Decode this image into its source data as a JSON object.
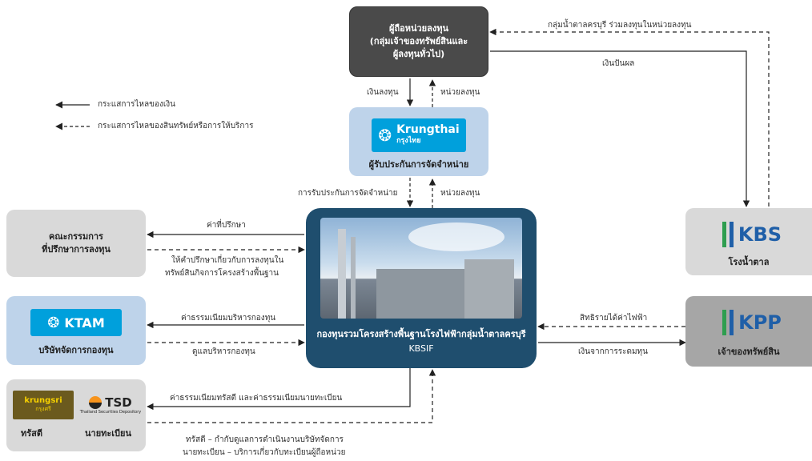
{
  "unitholders": {
    "line1": "ผู้ถือหน่วยลงทุน",
    "line2": "(กลุ่มเจ้าของทรัพย์สินและ",
    "line3": "ผู้ลงทุนทั่วไป)"
  },
  "legend": {
    "solid": "กระแสการไหลของเงิน",
    "dashed": "กระแสการไหลของสินทรัพย์หรือการให้บริการ"
  },
  "underwriter": {
    "logo_text": "Krungthai",
    "logo_sub": "กรุงไทย",
    "label": "ผู้รับประกันการจัดจำหน่าย"
  },
  "committee": {
    "line1": "คณะกรรมการ",
    "line2": "ที่ปรึกษาการลงทุน"
  },
  "manager": {
    "logo_text": "KTAM",
    "label": "บริษัทจัดการกองทุน"
  },
  "trustee": {
    "logo1_text": "krungsri",
    "logo1_sub": "กรุงศรี",
    "logo2_text": "TSD",
    "logo2_sub": "Thailand Securities Depository",
    "label_trustee": "ทรัสตี",
    "label_registrar": "นายทะเบียน"
  },
  "fund": {
    "line1": "กองทุนรวมโครงสร้างพื้นฐานโรงไฟฟ้ากลุ่มน้ำตาลครบุรี",
    "line2": "KBSIF"
  },
  "kbs": {
    "logo_text": "KBS",
    "label": "โรงน้ำตาล"
  },
  "kpp": {
    "logo_text": "KPP",
    "label": "เจ้าของทรัพย์สิน"
  },
  "flows": {
    "kbs_group_units": "กลุ่มน้ำตาลครบุรี ร่วมลงทุนในหน่วยลงทุน",
    "dividend": "เงินปันผล",
    "investment": "เงินลงทุน",
    "units_top": "หน่วยลงทุน",
    "underwriting": "การรับประกันการจัดจำหน่าย",
    "units_mid": "หน่วยลงทุน",
    "advisory_fee": "ค่าที่ปรึกษา",
    "advice_1": "ให้คำปรึกษาเกี่ยวกับการลงทุนใน",
    "advice_2": "ทรัพย์สินกิจการโครงสร้างพื้นฐาน",
    "mgmt_fee": "ค่าธรรมเนียมบริหารกองทุน",
    "manage_fund": "ดูแลบริหารกองทุน",
    "trustee_fee": "ค่าธรรมเนียมทรัสตี และค่าธรรมเนียมนายทะเบียน",
    "trustee_desc_1": "ทรัสตี – กำกับดูแลการดำเนินงานบริษัทจัดการ",
    "trustee_desc_2": "นายทะเบียน – บริการเกี่ยวกับทะเบียนผู้ถือหน่วย",
    "revenue_rights": "สิทธิรายได้ค่าไฟฟ้า",
    "proceeds": "เงินจากการระดมทุน"
  },
  "colors": {
    "dark_box": "#4a4a4a",
    "light_blue": "#bed3ea",
    "grey_box": "#d9d9d9",
    "fund_border": "#1f4e6e",
    "krungthai": "#00a0dc",
    "kbs_green": "#2e9e4f",
    "kbs_blue": "#1f5fa8"
  }
}
